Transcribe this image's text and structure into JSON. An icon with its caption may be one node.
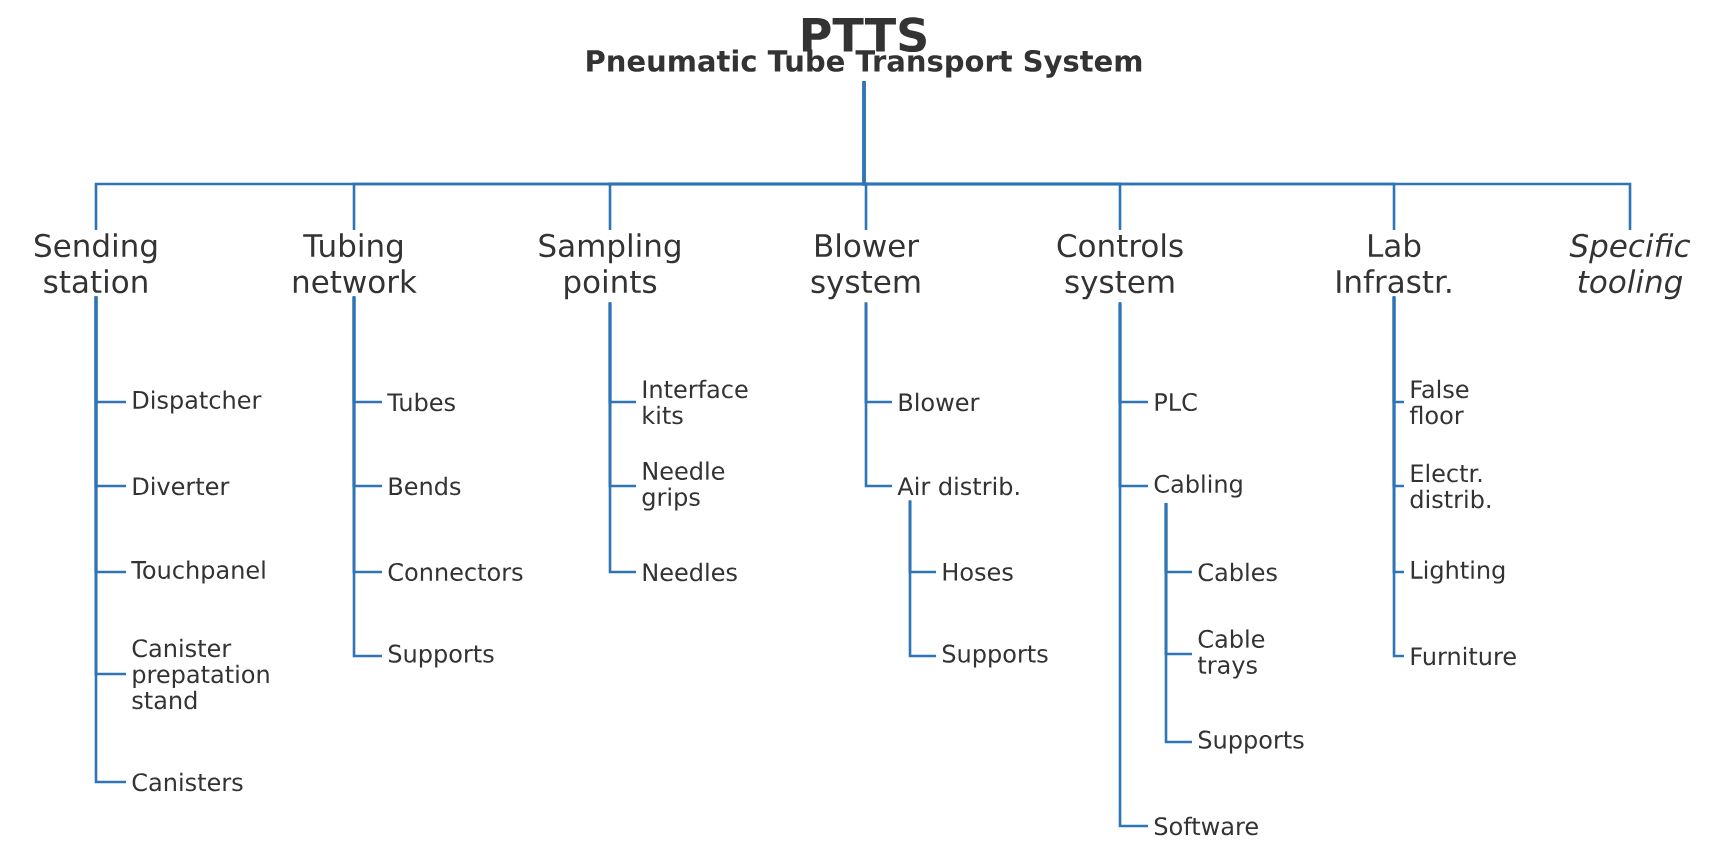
{
  "diagram": {
    "nodes": [
      {
        "text": [
          "PTTS",
          "Pneumatic Tube Transport System"
        ]
      },
      {
        "text": [
          "Sending station"
        ]
      },
      {
        "text": [
          "Tubing network"
        ]
      },
      {
        "text": [
          "Sampling points"
        ]
      },
      {
        "text": [
          "Blower system"
        ]
      },
      {
        "text": [
          "Controls system"
        ]
      },
      {
        "text": [
          "Lab Infrastr."
        ]
      },
      {
        "text": [
          "Specific tooling"
        ]
      },
      {
        "text": [
          "Dispatcher"
        ]
      },
      {
        "text": [
          "Diverter"
        ]
      },
      {
        "text": [
          "Touchpanel"
        ]
      },
      {
        "text": [
          "Canister prepatation stand"
        ]
      },
      {
        "text": [
          "Canisters"
        ]
      },
      {
        "text": [
          "Tubes"
        ]
      },
      {
        "text": [
          "Bends"
        ]
      },
      {
        "text": [
          "Connectors"
        ]
      },
      {
        "text": [
          "Supports"
        ]
      },
      {
        "text": [
          "Interface kits"
        ]
      },
      {
        "text": [
          "Needle grips"
        ]
      },
      {
        "text": [
          "Needles"
        ]
      },
      {
        "text": [
          "Blower"
        ]
      },
      {
        "text": [
          "Air distrib."
        ]
      },
      {
        "text": [
          "Hoses"
        ]
      },
      {
        "text": [
          "Supports"
        ]
      },
      {
        "text": [
          "PLC"
        ]
      },
      {
        "text": [
          "Cabling"
        ]
      },
      {
        "text": [
          "Cables"
        ]
      },
      {
        "text": [
          "Cable trays"
        ]
      },
      {
        "text": [
          "Supports"
        ]
      },
      {
        "text": [
          "Software"
        ]
      },
      {
        "text": [
          "False floor"
        ]
      },
      {
        "text": [
          "Electr. distrib."
        ]
      },
      {
        "text": [
          "Lighting"
        ]
      },
      {
        "text": [
          "Furniture"
        ]
      }
    ],
    "edges": [
      {
        "from": 0,
        "to": 1,
        "arrow": "none"
      },
      {
        "from": 0,
        "to": 2,
        "arrow": "none"
      },
      {
        "from": 0,
        "to": 3,
        "arrow": "none"
      },
      {
        "from": 0,
        "to": 4,
        "arrow": "none"
      },
      {
        "from": 0,
        "to": 5,
        "arrow": "none"
      },
      {
        "from": 0,
        "to": 6,
        "arrow": "none"
      },
      {
        "from": 0,
        "to": 7,
        "arrow": "none"
      },
      {
        "from": 1,
        "to": 8,
        "arrow": "none"
      },
      {
        "from": 1,
        "to": 9,
        "arrow": "none"
      },
      {
        "from": 1,
        "to": 10,
        "arrow": "none"
      },
      {
        "from": 1,
        "to": 11,
        "arrow": "none"
      },
      {
        "from": 1,
        "to": 12,
        "arrow": "none"
      },
      {
        "from": 2,
        "to": 13,
        "arrow": "none"
      },
      {
        "from": 2,
        "to": 14,
        "arrow": "none"
      },
      {
        "from": 2,
        "to": 15,
        "arrow": "none"
      },
      {
        "from": 2,
        "to": 16,
        "arrow": "none"
      },
      {
        "from": 3,
        "to": 17,
        "arrow": "none"
      },
      {
        "from": 3,
        "to": 18,
        "arrow": "none"
      },
      {
        "from": 3,
        "to": 19,
        "arrow": "none"
      },
      {
        "from": 4,
        "to": 20,
        "arrow": "none"
      },
      {
        "from": 4,
        "to": 21,
        "arrow": "none"
      },
      {
        "from": 21,
        "to": 22,
        "arrow": "none"
      },
      {
        "from": 21,
        "to": 23,
        "arrow": "none"
      },
      {
        "from": 5,
        "to": 24,
        "arrow": "none"
      },
      {
        "from": 5,
        "to": 25,
        "arrow": "none"
      },
      {
        "from": 25,
        "to": 26,
        "arrow": "none"
      },
      {
        "from": 25,
        "to": 27,
        "arrow": "none"
      },
      {
        "from": 25,
        "to": 28,
        "arrow": "none"
      },
      {
        "from": 5,
        "to": 29,
        "arrow": "none"
      },
      {
        "from": 6,
        "to": 30,
        "arrow": "none"
      },
      {
        "from": 6,
        "to": 31,
        "arrow": "none"
      },
      {
        "from": 6,
        "to": 32,
        "arrow": "none"
      },
      {
        "from": 6,
        "to": 33,
        "arrow": "none"
      }
    ]
  }
}
